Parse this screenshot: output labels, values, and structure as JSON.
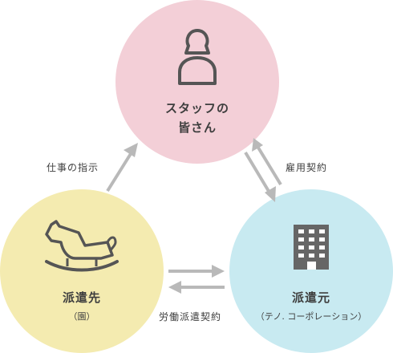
{
  "staff": {
    "title_line1": "スタッフの",
    "title_line2": "皆さん",
    "icon": "person-icon"
  },
  "dispatch_destination": {
    "title": "派遣先",
    "subtitle": "（園）",
    "icon": "rocking-horse-icon"
  },
  "agency": {
    "title": "派遣元",
    "subtitle": "（テノ. コーポレーション）",
    "icon": "building-icon"
  },
  "relations": {
    "instruction": "仕事の指示",
    "employment": "雇用契約",
    "dispatch_contract": "労働派遣契約"
  },
  "colors": {
    "staff_circle": "#f3cfd7",
    "dispatch_circle": "#f4ebb0",
    "agency_circle": "#c8eaf1",
    "arrow": "#b9b9b9",
    "icon_stroke": "#555555"
  }
}
